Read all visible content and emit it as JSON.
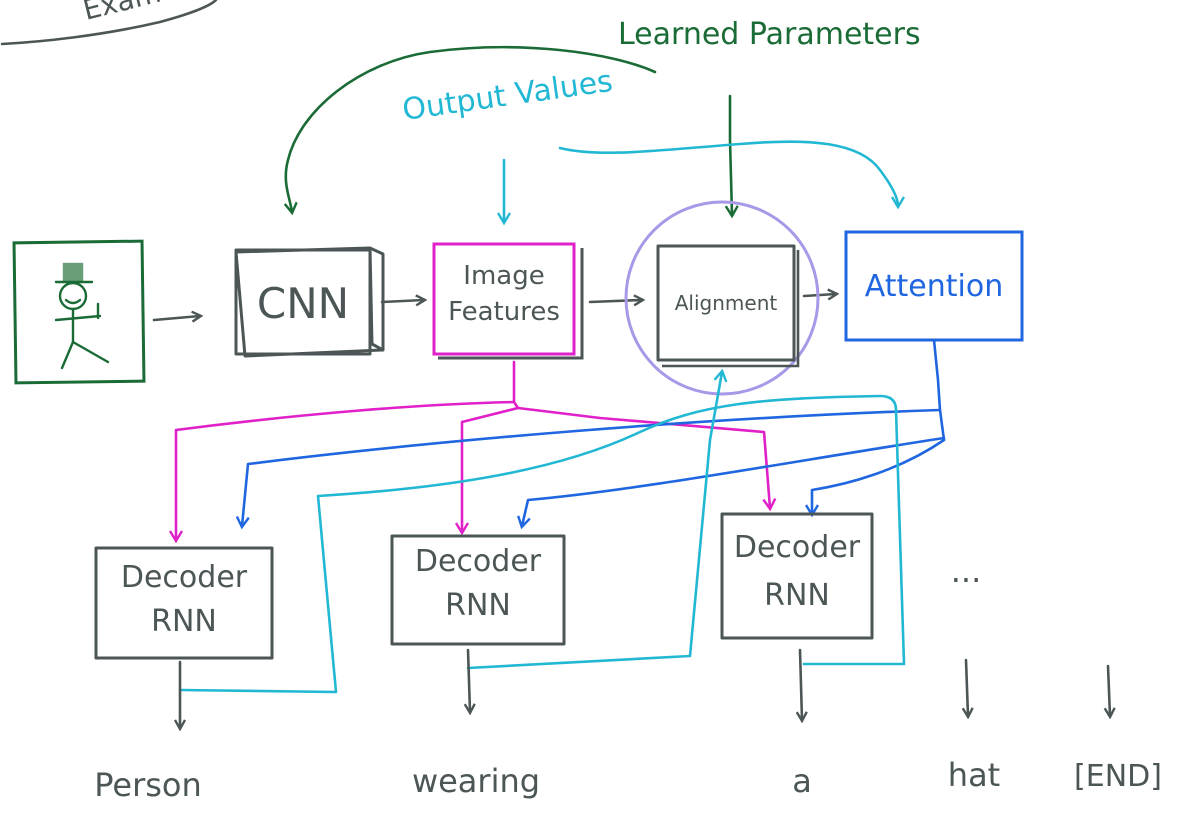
{
  "corner_label": "Exam",
  "learned_parameters_label": "Learned Parameters",
  "output_values_label": "Output Values",
  "nodes": {
    "cnn": "CNN",
    "image_features": "Image Features",
    "alignment": "Alignment",
    "attention": "Attention",
    "decoder_1": "Decoder RNN",
    "decoder_2": "Decoder RNN",
    "decoder_3": "Decoder RNN"
  },
  "ellipsis": "...",
  "output_words": [
    "Person",
    "wearing",
    "a",
    "hat",
    "[END]"
  ],
  "colors": {
    "green": "#1a6b35",
    "teal": "#22b8d4",
    "magenta": "#e020c8",
    "blue": "#1f66e0",
    "gray": "#4d5656",
    "alignment_circle": "#a898e8"
  },
  "icons": {
    "input_image": "stick-figure-with-top-hat-icon"
  }
}
